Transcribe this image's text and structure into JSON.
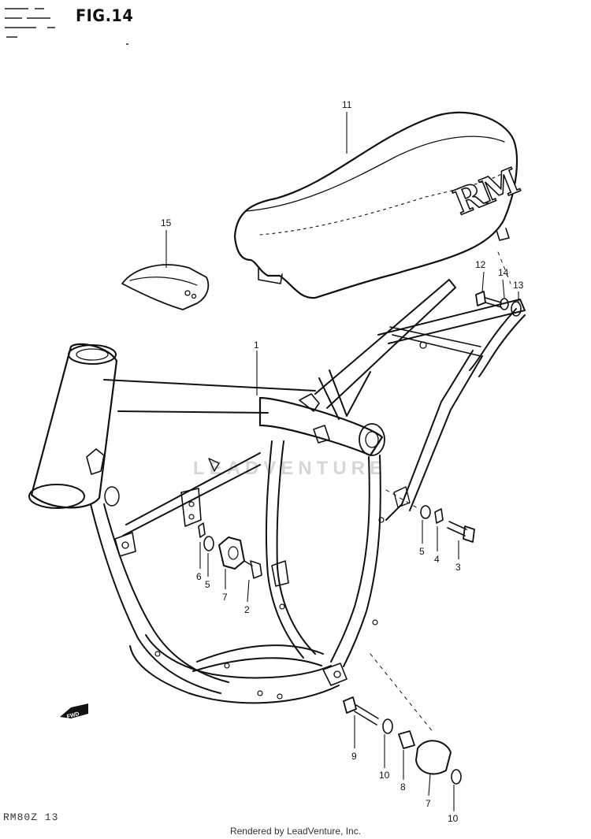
{
  "figure": {
    "title": "FIG.14"
  },
  "watermark": "LEADVENTURE",
  "model_code": "RM80Z 13",
  "footer": "Rendered by LeadVenture, Inc.",
  "seat_lettering": "RM",
  "fwd_label": "FWD",
  "callouts": {
    "c1": "1",
    "c2": "2",
    "c3": "3",
    "c4": "4",
    "c5a": "5",
    "c5b": "5",
    "c6": "6",
    "c7a": "7",
    "c7b": "7",
    "c8": "8",
    "c9": "9",
    "c10a": "10",
    "c10b": "10",
    "c11": "11",
    "c12": "12",
    "c13": "13",
    "c14": "14",
    "c15": "15"
  }
}
